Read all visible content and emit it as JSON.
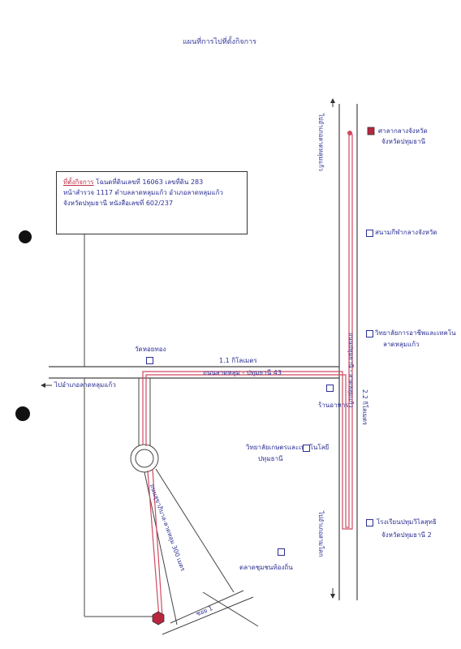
{
  "title": "แผนที่การไปที่ตั้งกิจการ",
  "info_box": {
    "line1_prefix": "ที่ตั้งกิจการ",
    "line1": "โฉนดที่ดินเลขที่ 16063 เลขที่ดิน 283",
    "line2": "หน้าสำรวจ 1117 ตำบลลาดหลุมแก้ว อำเภอลาดหลุมแก้ว",
    "line3": "จังหวัดปทุมธานี   หนังสือเลขที่ 602/237"
  },
  "labels": {
    "top_right_road": "ไปอำเภอลาดหลุมแก้ว",
    "province_office": "ศาลากลางจังหวัด",
    "province_office_2": "จังหวัดปทุมธานี",
    "museum": "สนามกีฬากลางจังหวัด",
    "college": "วิทยาลัยการอาชีพและเทคโน",
    "college_2": "ลาดหลุมแก้ว",
    "vertical_road_right": "ถนนปทุมธานี-ลาดหลุมแก้ว",
    "temple": "วัดหอยทอง",
    "main_road": "1.1 กิโลเมตร",
    "main_road_name": "ถนนลาดหลุม - ปทุมธานี 43",
    "left_arrow": "ไปอำเภอลาดหลุมแก้ว",
    "road_seg": "ถนนปทุมธานี - ลาดหลุมแก้ว",
    "km22": "2.2 กิโลเมตร",
    "market_near": "ร้านอาหาร",
    "rajabhat": "วิทยาลัยเกษตรและเทคโนโลยี",
    "rajabhat_2": "ปทุมธานี",
    "hospital": "โรงเรียนปทุมวิไลสุทธิ",
    "hospital_2": "จังหวัดปทุมธานี 2",
    "diag_road": "ถนนสุขาภิบาล-ลาดหลุม 300 เมตร",
    "market_bottom": "ตลาดชุมชนท้องถิ่น",
    "bottom_right_road": "ไปอำเภอสามโคก",
    "small_road": "ซอย 1"
  },
  "colors": {
    "ink": "#2b2f93",
    "route": "#d04a60",
    "road": "#444444",
    "marker": "#b8263e"
  }
}
